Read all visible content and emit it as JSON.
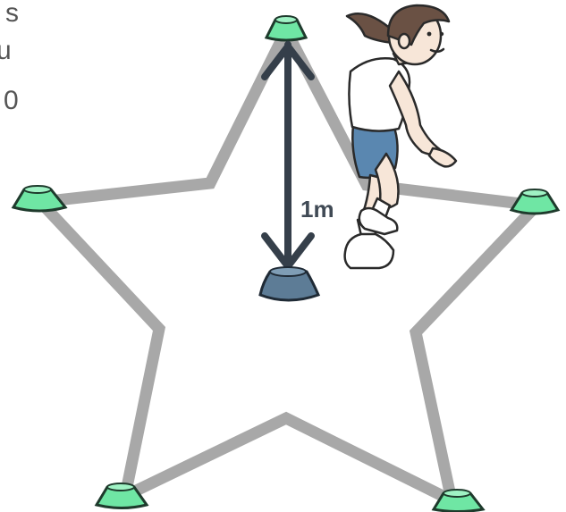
{
  "cut_text": [
    "s",
    "u",
    "0"
  ],
  "distance_label": "1m",
  "colors": {
    "star_outline": "#a8a8a8",
    "cone_green": "#6fe6a4",
    "cone_outline": "#1e3a2c",
    "center_cone": "#5d7c96",
    "arrow": "#353f4a"
  },
  "icons": [
    "green-cone-icon",
    "center-cone-icon",
    "double-arrow-icon",
    "girl-jogging-illustration"
  ]
}
